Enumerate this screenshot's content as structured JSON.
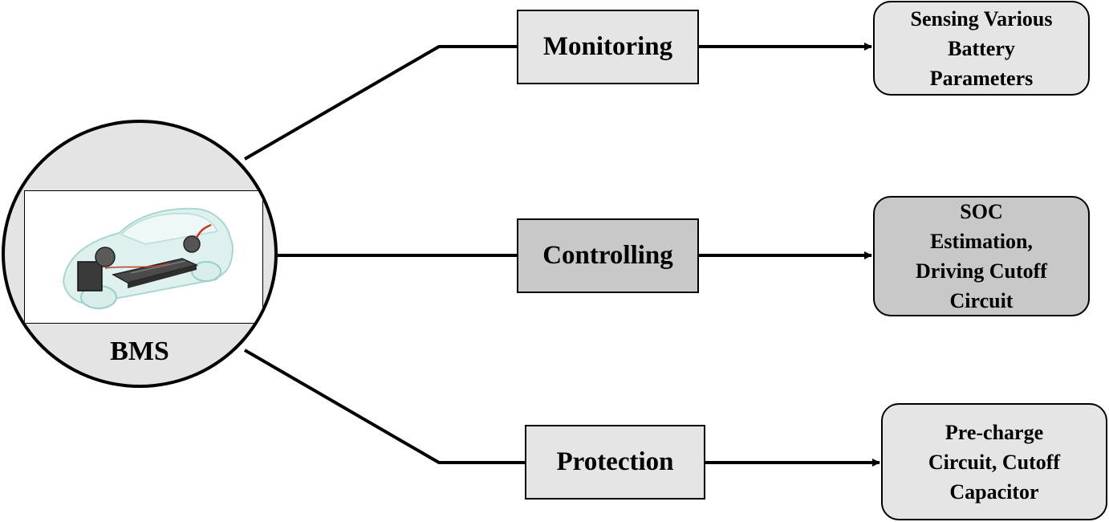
{
  "hub": {
    "label": "BMS",
    "image": "electric-car-illustration"
  },
  "branches": [
    {
      "function": "Monitoring",
      "outcome": "Sensing Various\nBattery\nParameters"
    },
    {
      "function": "Controlling",
      "outcome": "SOC\nEstimation,\nDriving Cutoff\nCircuit"
    },
    {
      "function": "Protection",
      "outcome": "Pre-charge\nCircuit, Cutoff\nCapacitor"
    }
  ],
  "colors": {
    "box_light": "#e5e5e5",
    "box_mid": "#c8c8c8",
    "hub_fill": "#e4e4e4",
    "line": "#000000"
  }
}
